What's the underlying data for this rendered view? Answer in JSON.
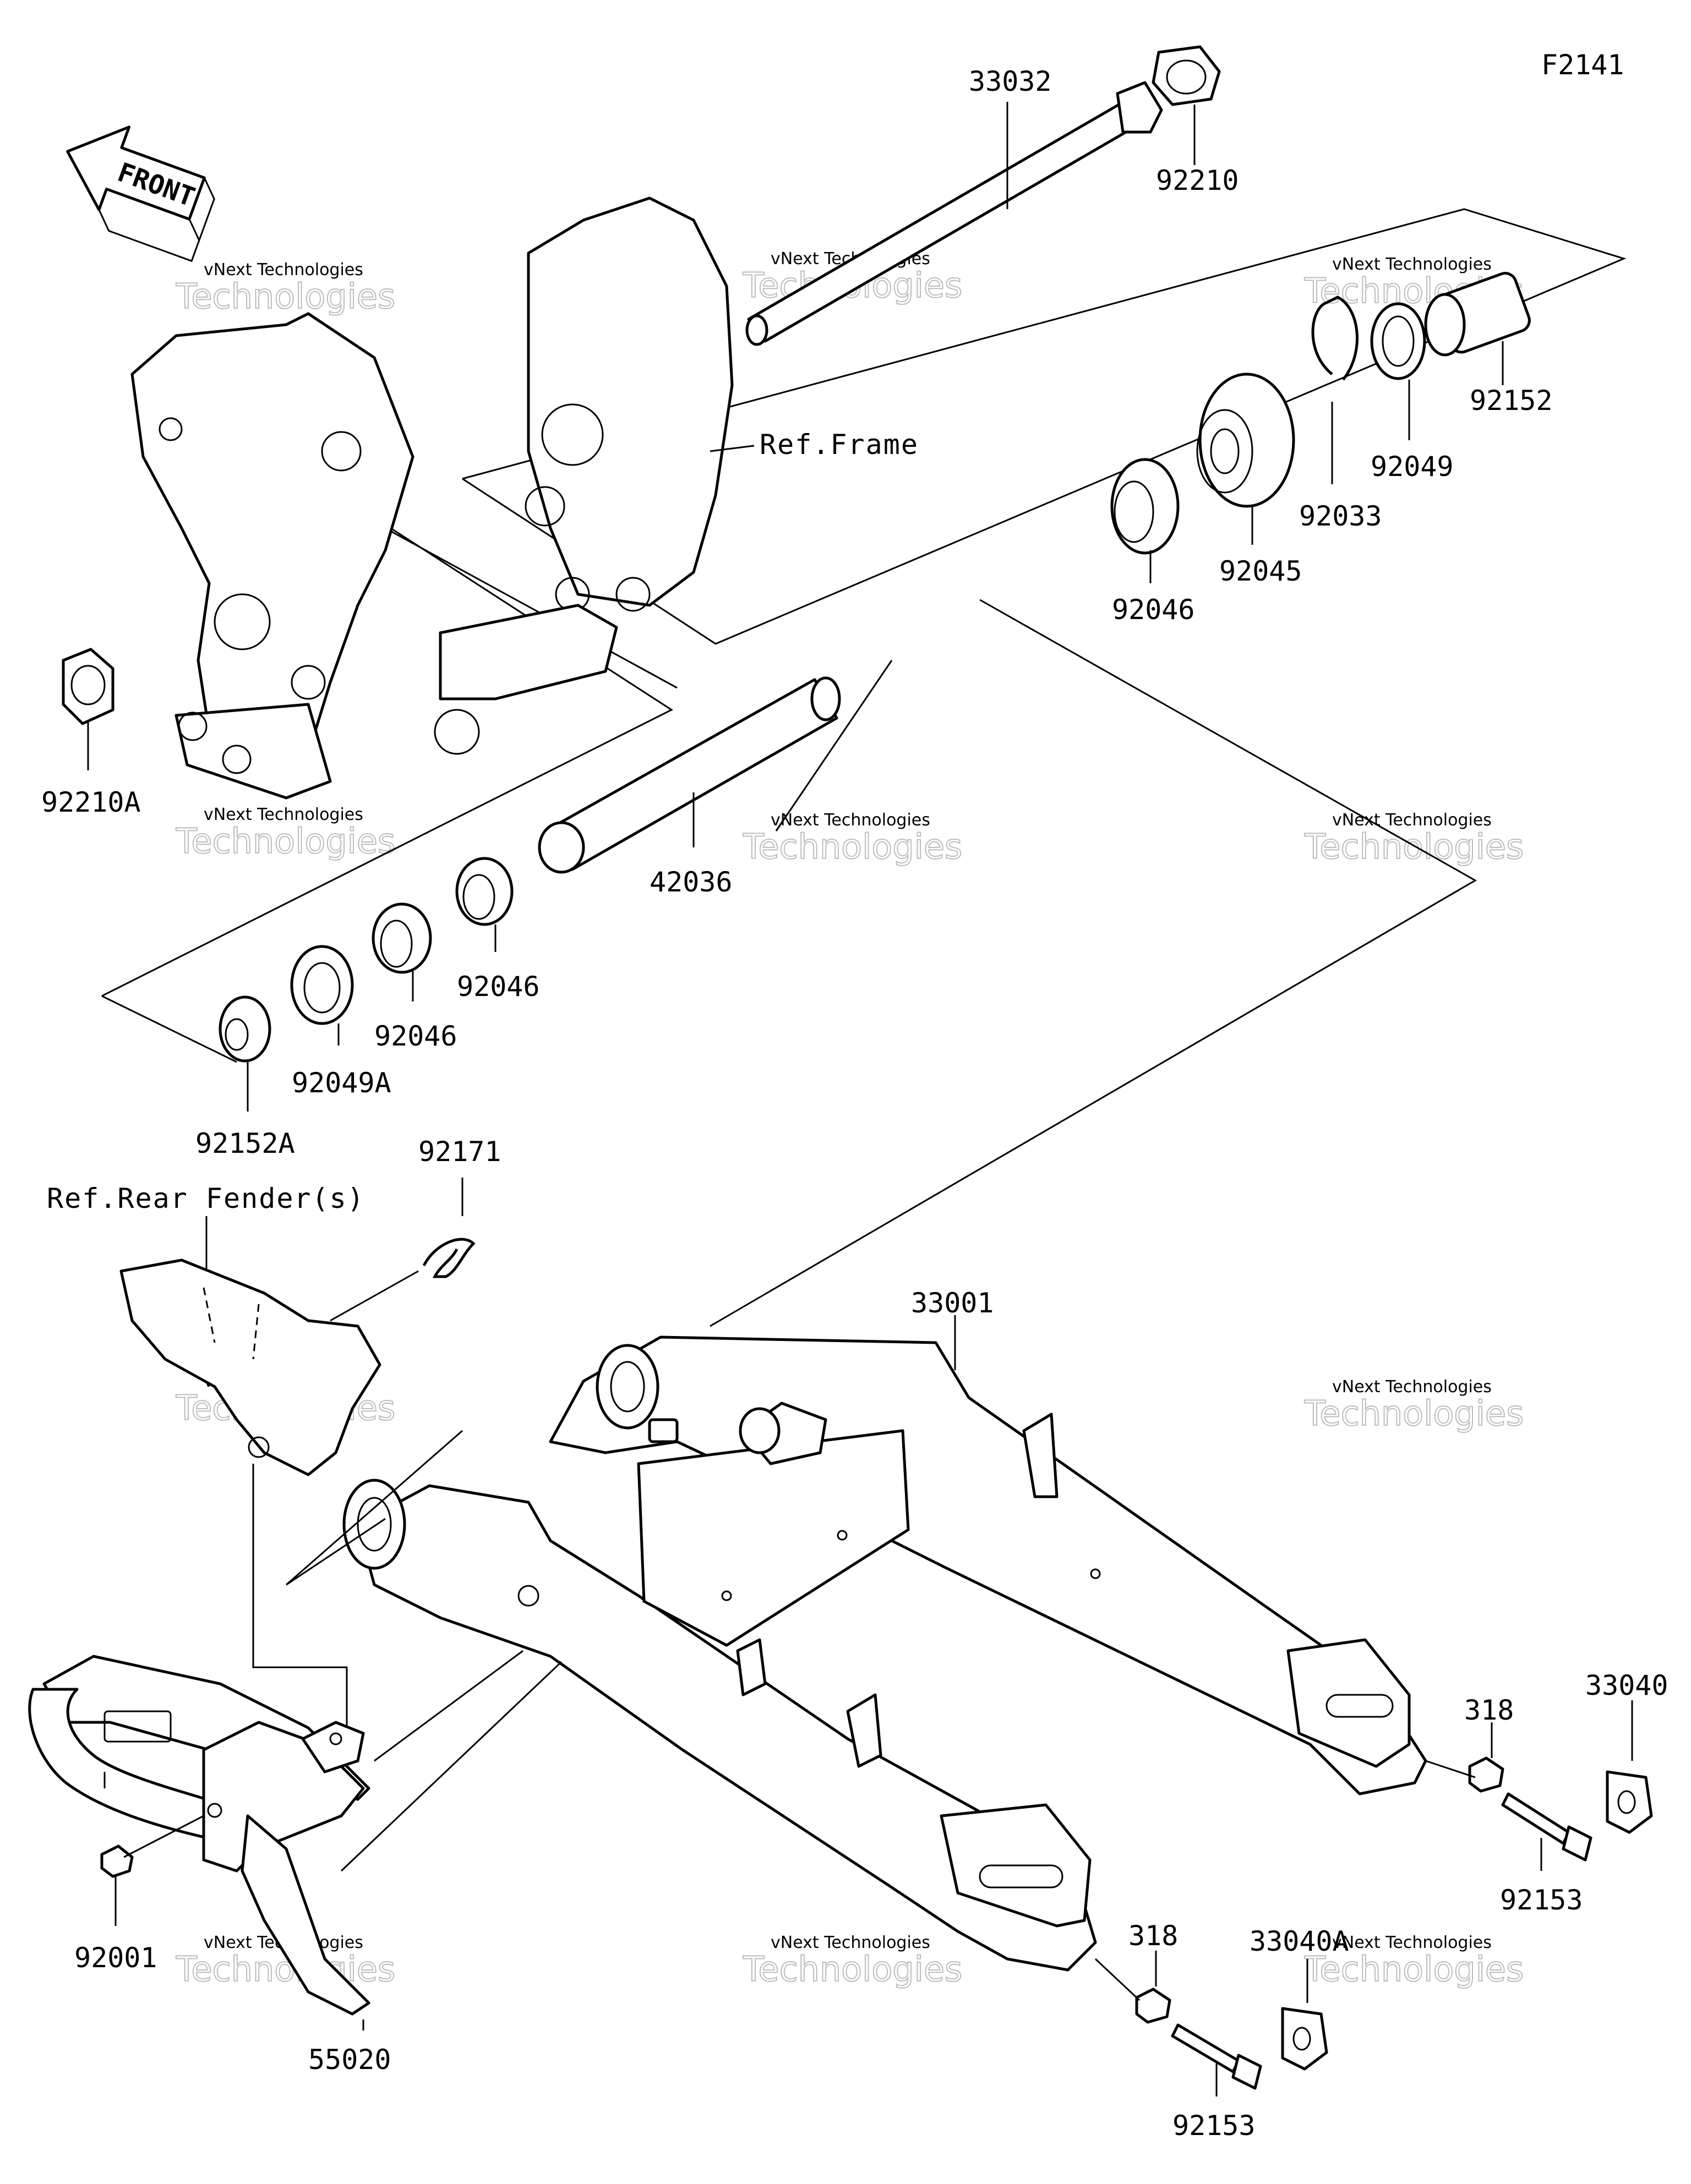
{
  "diagram_code": "F2141",
  "front_arrow_label": "FRONT",
  "references": {
    "frame": "Ref.Frame",
    "rear_fender": "Ref.Rear Fender(s)"
  },
  "parts": [
    {
      "id": "p33032",
      "number": "33032"
    },
    {
      "id": "p92210",
      "number": "92210"
    },
    {
      "id": "p92152",
      "number": "92152"
    },
    {
      "id": "p92049",
      "number": "92049"
    },
    {
      "id": "p92033",
      "number": "92033"
    },
    {
      "id": "p92045",
      "number": "92045"
    },
    {
      "id": "p92046a",
      "number": "92046"
    },
    {
      "id": "p92210A",
      "number": "92210A"
    },
    {
      "id": "p42036",
      "number": "42036"
    },
    {
      "id": "p92046b",
      "number": "92046"
    },
    {
      "id": "p92046c",
      "number": "92046"
    },
    {
      "id": "p92049A",
      "number": "92049A"
    },
    {
      "id": "p92152A",
      "number": "92152A"
    },
    {
      "id": "p92171",
      "number": "92171"
    },
    {
      "id": "p33001",
      "number": "33001"
    },
    {
      "id": "p318a",
      "number": "318"
    },
    {
      "id": "p33040",
      "number": "33040"
    },
    {
      "id": "p92153a",
      "number": "92153"
    },
    {
      "id": "p318b",
      "number": "318"
    },
    {
      "id": "p33040A",
      "number": "33040A"
    },
    {
      "id": "p92153b",
      "number": "92153"
    },
    {
      "id": "p92001",
      "number": "92001"
    },
    {
      "id": "p55020",
      "number": "55020"
    }
  ],
  "watermark": {
    "brand": "vNext Technologies",
    "large": "Technologies"
  }
}
